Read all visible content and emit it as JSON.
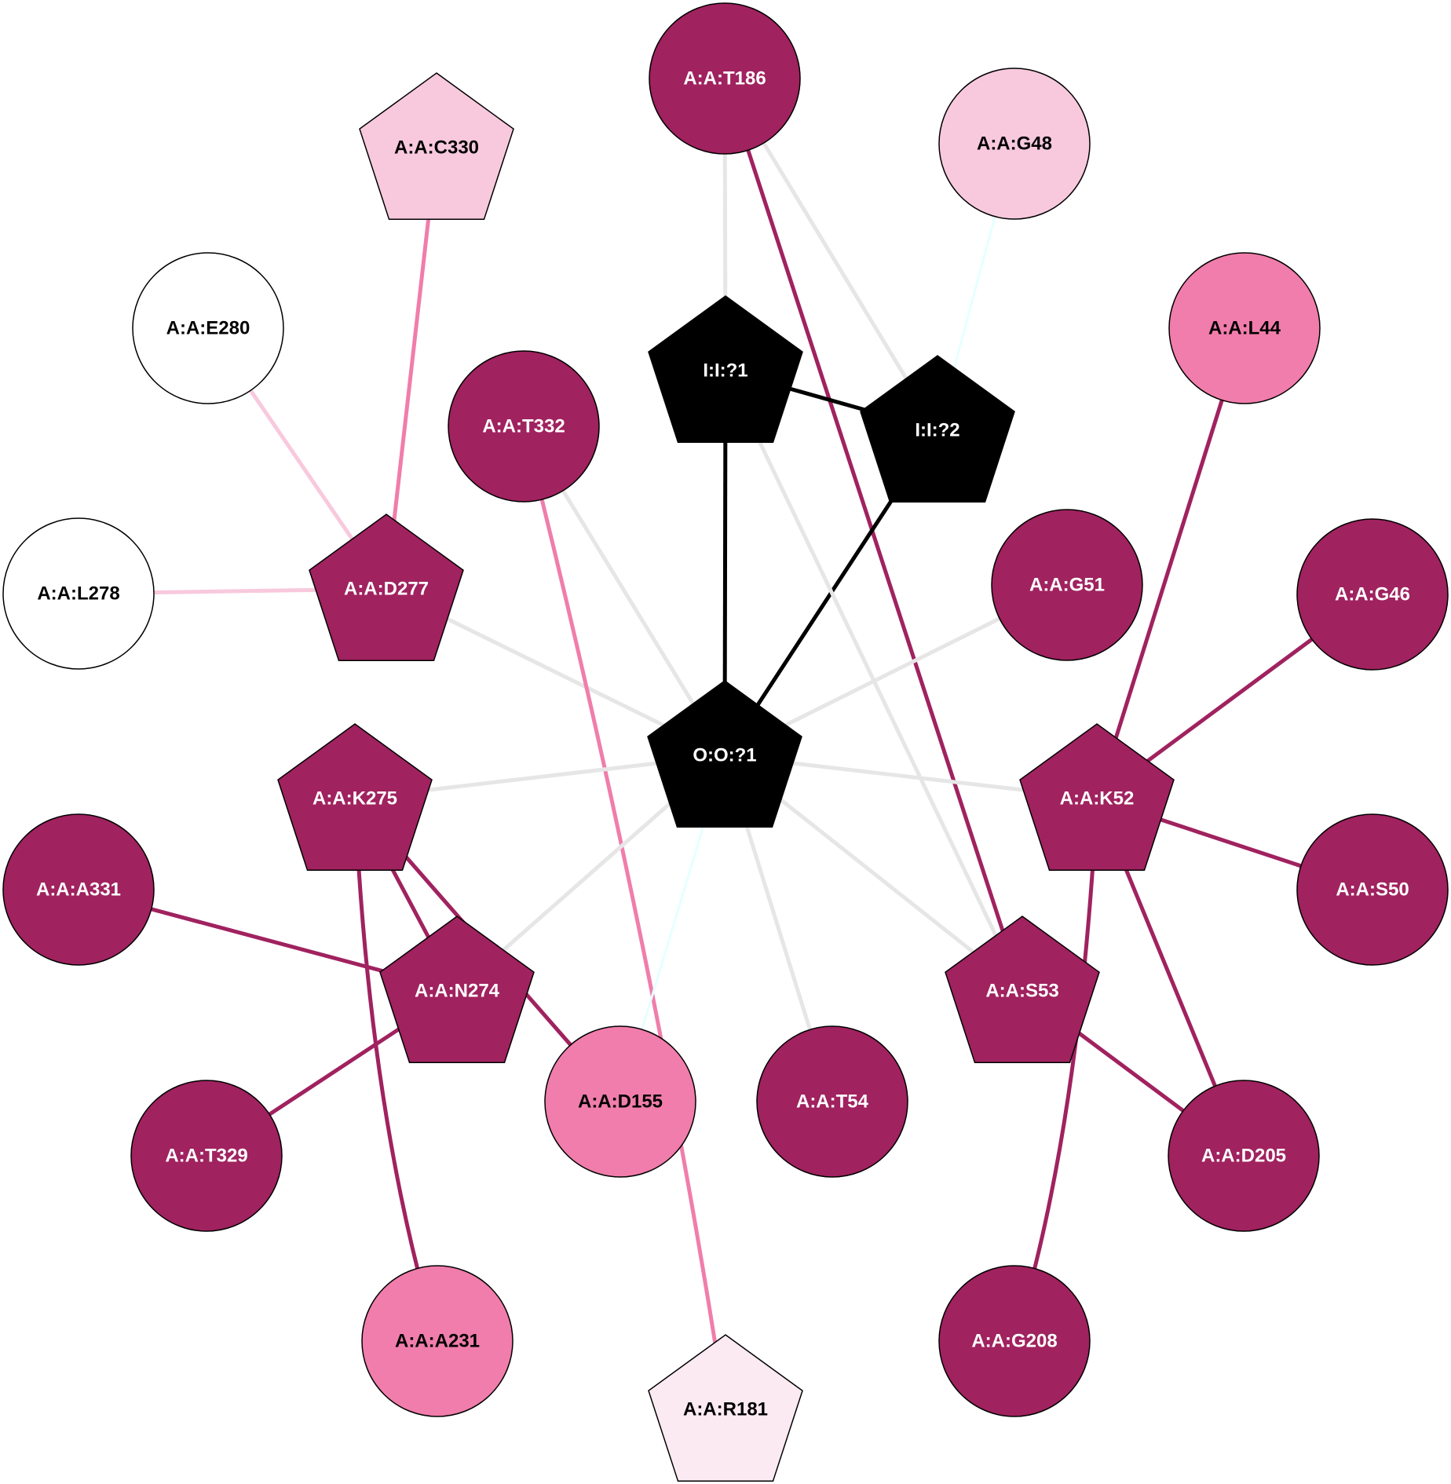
{
  "colors": {
    "dark": "#A0225F",
    "medium": "#F07DAB",
    "light": "#F8C9DD",
    "pale": "#FCEAF2",
    "white": "#FFFFFF",
    "black": "#000000",
    "gray_edge": "#E6E6E6",
    "cyan_edge": "#E6FFFF"
  },
  "nodes": [
    {
      "id": "A:A:T186",
      "shape": "circle",
      "fill": "dark"
    },
    {
      "id": "A:A:C330",
      "shape": "pentagon",
      "fill": "light"
    },
    {
      "id": "A:A:G48",
      "shape": "circle",
      "fill": "light"
    },
    {
      "id": "A:A:E280",
      "shape": "circle",
      "fill": "white"
    },
    {
      "id": "A:A:L44",
      "shape": "circle",
      "fill": "medium"
    },
    {
      "id": "I:I:?1",
      "shape": "pentagon",
      "fill": "black"
    },
    {
      "id": "I:I:?2",
      "shape": "pentagon",
      "fill": "black"
    },
    {
      "id": "A:A:T332",
      "shape": "circle",
      "fill": "dark"
    },
    {
      "id": "A:A:D277",
      "shape": "pentagon",
      "fill": "dark"
    },
    {
      "id": "A:A:G51",
      "shape": "circle",
      "fill": "dark"
    },
    {
      "id": "A:A:L278",
      "shape": "circle",
      "fill": "white"
    },
    {
      "id": "A:A:G46",
      "shape": "circle",
      "fill": "dark"
    },
    {
      "id": "O:O:?1",
      "shape": "pentagon",
      "fill": "black"
    },
    {
      "id": "A:A:K275",
      "shape": "pentagon",
      "fill": "dark"
    },
    {
      "id": "A:A:K52",
      "shape": "pentagon",
      "fill": "dark"
    },
    {
      "id": "A:A:A331",
      "shape": "circle",
      "fill": "dark"
    },
    {
      "id": "A:A:S50",
      "shape": "circle",
      "fill": "dark"
    },
    {
      "id": "A:A:N274",
      "shape": "pentagon",
      "fill": "dark"
    },
    {
      "id": "A:A:S53",
      "shape": "pentagon",
      "fill": "dark"
    },
    {
      "id": "A:A:D155",
      "shape": "circle",
      "fill": "medium"
    },
    {
      "id": "A:A:T54",
      "shape": "circle",
      "fill": "dark"
    },
    {
      "id": "A:A:T329",
      "shape": "circle",
      "fill": "dark"
    },
    {
      "id": "A:A:D205",
      "shape": "circle",
      "fill": "dark"
    },
    {
      "id": "A:A:A231",
      "shape": "circle",
      "fill": "medium"
    },
    {
      "id": "A:A:G208",
      "shape": "circle",
      "fill": "dark"
    },
    {
      "id": "A:A:R181",
      "shape": "pentagon",
      "fill": "pale"
    }
  ],
  "edges": [
    {
      "source": "A:A:T186",
      "target": "I:I:?1",
      "color": "gray_edge"
    },
    {
      "source": "A:A:T186",
      "target": "I:I:?2",
      "color": "gray_edge"
    },
    {
      "source": "A:A:T186",
      "target": "A:A:S53",
      "color": "dark"
    },
    {
      "source": "A:A:G48",
      "target": "I:I:?2",
      "color": "cyan_edge"
    },
    {
      "source": "I:I:?1",
      "target": "I:I:?2",
      "color": "black"
    },
    {
      "source": "I:I:?1",
      "target": "O:O:?1",
      "color": "black"
    },
    {
      "source": "I:I:?2",
      "target": "O:O:?1",
      "color": "black"
    },
    {
      "source": "I:I:?1",
      "target": "A:A:S53",
      "color": "gray_edge"
    },
    {
      "source": "A:A:C330",
      "target": "A:A:D277",
      "color": "medium"
    },
    {
      "source": "A:A:E280",
      "target": "A:A:D277",
      "color": "light"
    },
    {
      "source": "A:A:L278",
      "target": "A:A:D277",
      "color": "light"
    },
    {
      "source": "A:A:D277",
      "target": "O:O:?1",
      "color": "gray_edge"
    },
    {
      "source": "A:A:T332",
      "target": "O:O:?1",
      "color": "gray_edge"
    },
    {
      "source": "A:A:T332",
      "target": "A:A:R181",
      "color": "medium"
    },
    {
      "source": "A:A:G51",
      "target": "O:O:?1",
      "color": "gray_edge"
    },
    {
      "source": "A:A:K275",
      "target": "O:O:?1",
      "color": "gray_edge"
    },
    {
      "source": "A:A:K52",
      "target": "O:O:?1",
      "color": "gray_edge"
    },
    {
      "source": "A:A:N274",
      "target": "O:O:?1",
      "color": "gray_edge"
    },
    {
      "source": "A:A:S53",
      "target": "O:O:?1",
      "color": "gray_edge"
    },
    {
      "source": "A:A:T54",
      "target": "O:O:?1",
      "color": "gray_edge"
    },
    {
      "source": "A:A:D155",
      "target": "O:O:?1",
      "color": "cyan_edge"
    },
    {
      "source": "A:A:L44",
      "target": "A:A:K52",
      "color": "dark"
    },
    {
      "source": "A:A:G46",
      "target": "A:A:K52",
      "color": "dark"
    },
    {
      "source": "A:A:S50",
      "target": "A:A:K52",
      "color": "dark"
    },
    {
      "source": "A:A:D205",
      "target": "A:A:K52",
      "color": "dark"
    },
    {
      "source": "A:A:G208",
      "target": "A:A:K52",
      "color": "dark"
    },
    {
      "source": "A:A:D205",
      "target": "A:A:S53",
      "color": "dark"
    },
    {
      "source": "A:A:K275",
      "target": "A:A:N274",
      "color": "dark"
    },
    {
      "source": "A:A:K275",
      "target": "A:A:D155",
      "color": "dark"
    },
    {
      "source": "A:A:K275",
      "target": "A:A:A231",
      "color": "dark"
    },
    {
      "source": "A:A:A331",
      "target": "A:A:N274",
      "color": "dark"
    },
    {
      "source": "A:A:T329",
      "target": "A:A:N274",
      "color": "dark"
    }
  ]
}
